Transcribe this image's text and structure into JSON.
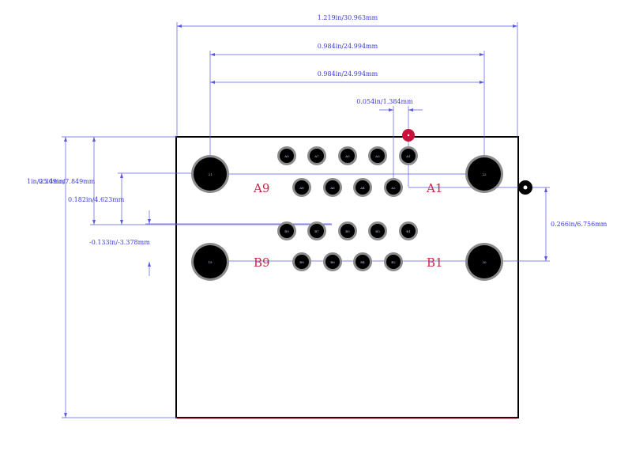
{
  "dimensions": {
    "overall_width": "1.219in/30.963mm",
    "outer_pitch_1": "0.984in/24.994mm",
    "outer_pitch_2": "0.984in/24.994mm",
    "pin_pitch": "0.054in/1.384mm",
    "overlap_label_a": "1in/25.4mm",
    "overlap_label_b": "0.309in/7.849mm",
    "row_offset": "0.182in/4.623mm",
    "negative_offset": "-0.133in/-3.378mm",
    "row_spacing": "0.266in/6.756mm"
  },
  "row_labels": {
    "a9": "A9",
    "a1": "A1",
    "b9": "B9",
    "b1": "B1"
  },
  "pins": {
    "mount_tl": "21",
    "mount_tr": "22",
    "mount_bl": "19",
    "mount_br": "20",
    "a_top": [
      "A9",
      "A7",
      "A5",
      "A3",
      "A1"
    ],
    "a_bottom": [
      "A8",
      "A6",
      "A4",
      "A2"
    ],
    "b_top": [
      "B9",
      "B7",
      "B5",
      "B3",
      "B1"
    ],
    "b_bottom": [
      "B8",
      "B6",
      "B4",
      "B2"
    ]
  },
  "colors": {
    "dimension": "#5a5ae0",
    "outline": "#000000",
    "label": "#c8284a",
    "pad_ring": "#8c8c8c",
    "pad_hole": "#000000",
    "pin1_marker": "#c8103a"
  }
}
